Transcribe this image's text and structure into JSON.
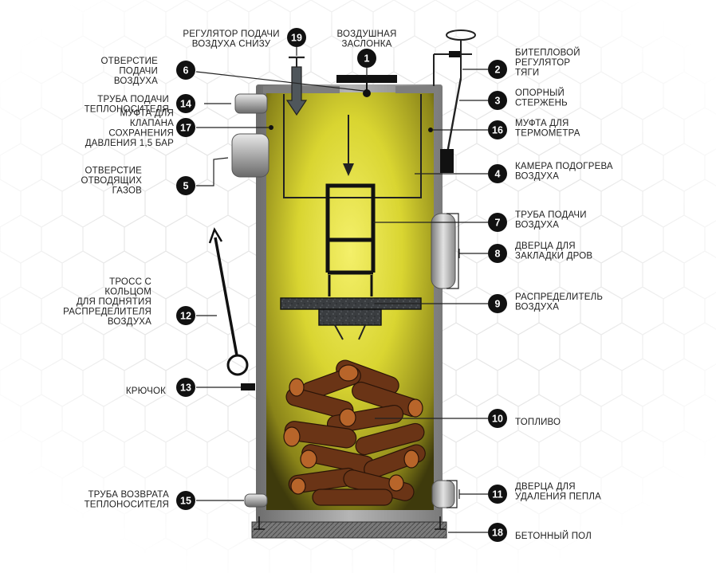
{
  "title": "",
  "components": [
    {
      "id": "1",
      "label": [
        "ВОЗДУШНАЯ",
        "ЗАСЛОНКА"
      ]
    },
    {
      "id": "2",
      "label": [
        "БИТЕПЛОВОЙ",
        "РЕГУЛЯТОР",
        "ТЯГИ"
      ]
    },
    {
      "id": "3",
      "label": [
        "ОПОРНЫЙ",
        "СТЕРЖЕНЬ"
      ]
    },
    {
      "id": "4",
      "label": [
        "КАМЕРА ПОДОГРЕВА",
        "ВОЗДУХА"
      ]
    },
    {
      "id": "5",
      "label": [
        "ОТВЕРСТИЕ",
        "ОТВОДЯЩИХ",
        "ГАЗОВ"
      ]
    },
    {
      "id": "6",
      "label": [
        "ОТВЕРСТИЕ",
        "ПОДАЧИ",
        "ВОЗДУХА"
      ]
    },
    {
      "id": "7",
      "label": [
        "ТРУБА ПОДАЧИ",
        "ВОЗДУХА"
      ]
    },
    {
      "id": "8",
      "label": [
        "ДВЕРЦА ДЛЯ",
        "ЗАКЛАДКИ ДРОВ"
      ]
    },
    {
      "id": "9",
      "label": [
        "РАСПРЕДЕЛИТЕЛЬ",
        "ВОЗДУХА"
      ]
    },
    {
      "id": "10",
      "label": [
        "ТОПЛИВО"
      ]
    },
    {
      "id": "11",
      "label": [
        "ДВЕРЦА ДЛЯ",
        "УДАЛЕНИЯ ПЕПЛА"
      ]
    },
    {
      "id": "12",
      "label": [
        "ТРОСС С",
        "КОЛЬЦОМ",
        "ДЛЯ ПОДНЯТИЯ",
        "РАСПРЕДЕЛИТЕЛЯ",
        "ВОЗДУХА"
      ]
    },
    {
      "id": "13",
      "label": [
        "КРЮЧОК"
      ]
    },
    {
      "id": "14",
      "label": [
        "ТРУБА ПОДАЧИ",
        "ТЕПЛОНОСИТЕЛЯ"
      ]
    },
    {
      "id": "15",
      "label": [
        "ТРУБА ВОЗВРАТА",
        "ТЕПЛОНОСИТЕЛЯ"
      ]
    },
    {
      "id": "16",
      "label": [
        "МУФТА ДЛЯ",
        "ТЕРМОМЕТРА"
      ]
    },
    {
      "id": "17",
      "label": [
        "МУФТА ДЛЯ",
        "КЛАПАНА",
        "СОХРАНЕНИЯ",
        "ДАВЛЕНИЯ 1,5 БАР"
      ]
    },
    {
      "id": "18",
      "label": [
        "БЕТОННЫЙ ПОЛ"
      ]
    },
    {
      "id": "19",
      "label": [
        "РЕГУЛЯТОР ПОДАЧИ",
        "ВОЗДУХА СНИЗУ"
      ]
    }
  ]
}
